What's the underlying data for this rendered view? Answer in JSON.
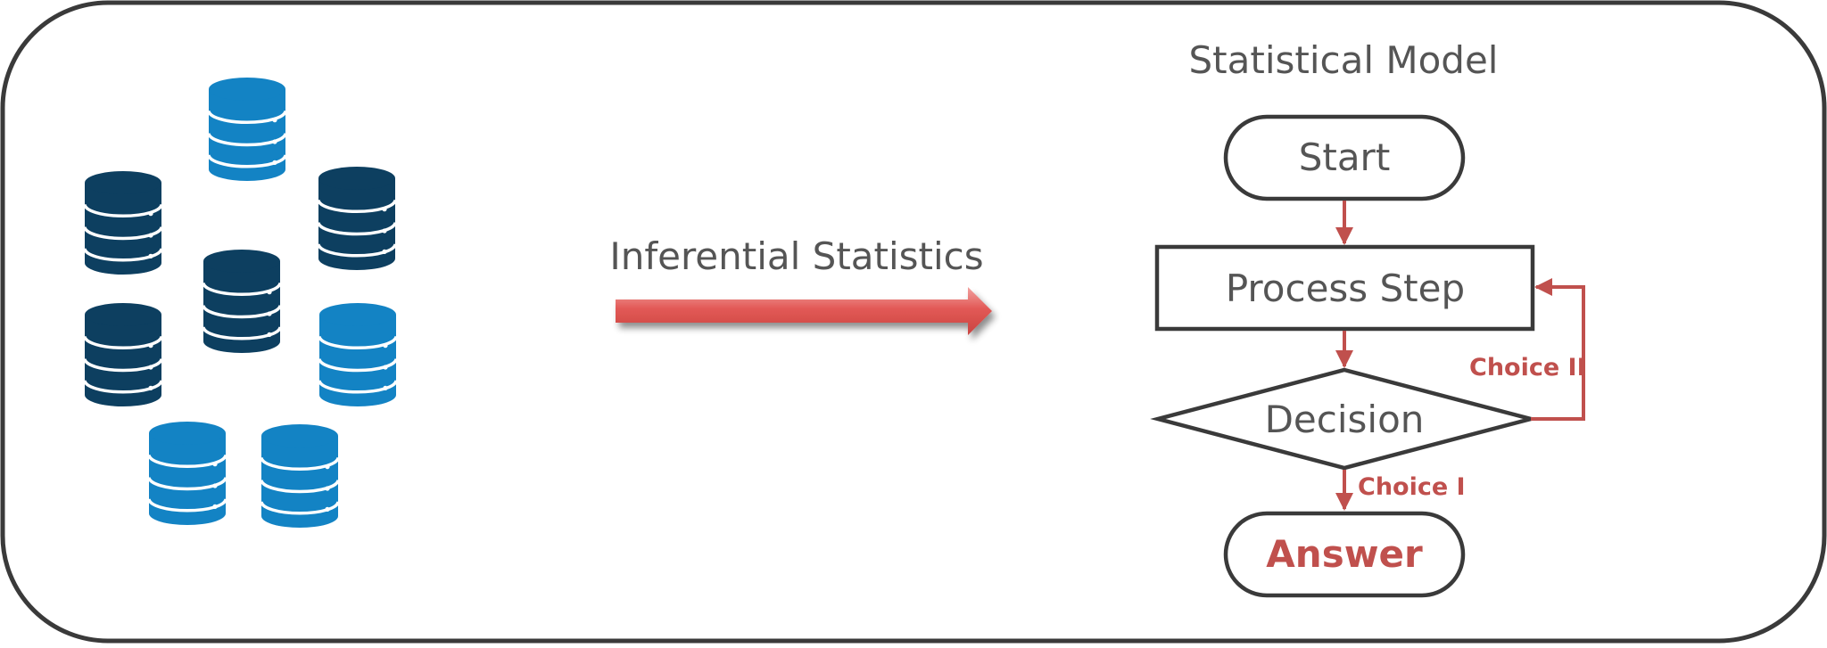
{
  "arrow_label": "Inferential Statistics",
  "model": {
    "title": "Statistical Model",
    "start": "Start",
    "process": "Process Step",
    "decision": "Decision",
    "answer": "Answer",
    "choice_loop": "Choice II",
    "choice_down": "Choice I"
  },
  "colors": {
    "db_dark": "#0d3f60",
    "db_light": "#1383c4",
    "connector": "#c0504d",
    "outline": "#3a3a3a",
    "text": "#555555"
  },
  "icons": [
    "database-icon"
  ]
}
